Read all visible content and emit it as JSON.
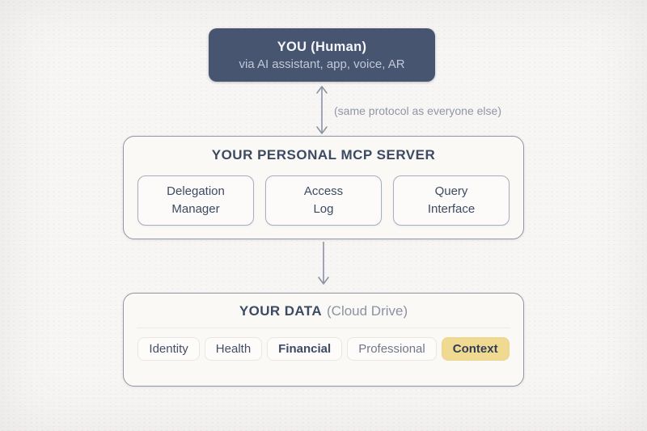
{
  "colors": {
    "page_background": "#f8f6f4",
    "you_box_background": "#485571",
    "primary_text": "#3d4a63",
    "muted_text": "#8f96a5",
    "box_border": "#8e96a9",
    "highlight_gold": "#f0d990"
  },
  "you_box": {
    "title": "YOU (Human)",
    "subtitle": "via AI assistant, app, voice, AR"
  },
  "protocol_arrow": {
    "label": "(same protocol as everyone else)"
  },
  "server_box": {
    "title": "YOUR PERSONAL MCP SERVER",
    "components": [
      {
        "label": "Delegation\nManager"
      },
      {
        "label": "Access\nLog"
      },
      {
        "label": "Query\nInterface"
      }
    ]
  },
  "data_box": {
    "title_bold": "YOUR DATA",
    "title_suffix": "(Cloud Drive)",
    "categories": [
      {
        "label": "Identity"
      },
      {
        "label": "Health"
      },
      {
        "label": "Financial"
      },
      {
        "label": "Professional"
      },
      {
        "label": "Context",
        "highlighted": true
      }
    ]
  }
}
